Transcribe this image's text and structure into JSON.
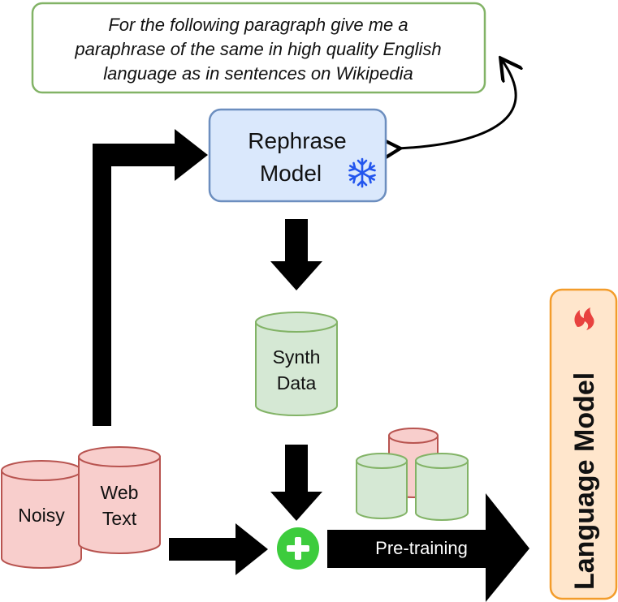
{
  "prompt": {
    "lines": [
      "For the following paragraph give me a",
      "paraphrase of the same in high quality English",
      "language as in sentences on Wikipedia"
    ]
  },
  "rephrase_model": {
    "line1": "Rephrase",
    "line2": "Model",
    "icon": "snowflake-icon",
    "icon_color": "#2255ee"
  },
  "synth_data": {
    "line1": "Synth",
    "line2": "Data"
  },
  "noisy": {
    "label": "Noisy"
  },
  "web_text": {
    "line1": "Web",
    "line2": "Text"
  },
  "pretraining": {
    "label": "Pre-training"
  },
  "language_model": {
    "label": "Language Model",
    "icon": "flame-icon",
    "icon_color": "#e8423f"
  },
  "colors": {
    "prompt_border": "#82b366",
    "rephrase_fill": "#dae8fc",
    "rephrase_border": "#6c8ebf",
    "green_fill": "#d5e8d4",
    "green_border": "#82b366",
    "red_fill": "#f8cecc",
    "red_border": "#b85450",
    "lm_fill": "#ffe6cc",
    "lm_border": "#f39c2b",
    "plus_fill": "#3dcc3d"
  }
}
